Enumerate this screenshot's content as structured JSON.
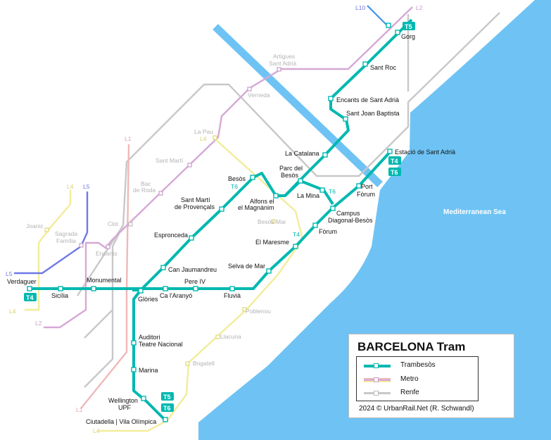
{
  "legend": {
    "title": "BARCELONA Tram",
    "items": [
      {
        "label": "Trambesòs",
        "color": "#00b8b0"
      },
      {
        "label": "Metro",
        "color": "#e8b8e8"
      },
      {
        "label": "Renfe",
        "color": "#b3b3b3"
      }
    ],
    "credit": "2024 © UrbanRail.Net (R. Schwandl)"
  },
  "sea_label": "Mediterranean Sea",
  "colors": {
    "tram": "#00b8b0",
    "sea": "#6ec3f4",
    "metro_l1": "#f0b8b8",
    "metro_l2": "#d6a8d6",
    "metro_l4": "#f2ec9a",
    "metro_l5": "#6f78e8",
    "renfe": "#c8c8c8"
  },
  "badges": {
    "t4": "T4",
    "t5": "T5",
    "t6": "T6"
  },
  "branch_tags": {
    "t4_elmaresme": "T4",
    "t6_besos": "T6",
    "t6_lamina": "T6"
  },
  "line_ends": {
    "l10": "L10",
    "l2_top": "L2",
    "l2_bottom": "L2",
    "l5_top": "L5",
    "l5_left": "L5",
    "l4_top": "L4",
    "l4_left": "L4",
    "l4_bottom": "L4",
    "l4_lapau": "L4",
    "l1_top": "L1",
    "l1_bottom": "L1"
  },
  "tram_stations": {
    "gorg": "Gorg",
    "sant_roc": "Sant Roc",
    "encants_sant_adria": "Encants de Sant Adrià",
    "sant_joan_baptista": "Sant Joan Baptista",
    "la_catalana": "La Catalana",
    "estacio_sant_adria": "Estació de Sant Adrià",
    "parc_del_besos_1": "Parc del",
    "parc_del_besos_2": "Besòs",
    "besos": "Besòs",
    "la_mina": "La Mina",
    "port_forum_1": "Port",
    "port_forum_2": "Fòrum",
    "alfons_1": "Alfons el",
    "alfons_2": "el Magnànim",
    "campus_1": "Campus",
    "campus_2": "Diagonal-Besòs",
    "sant_marti_prov_1": "Sant Martí",
    "sant_marti_prov_2": "de Provençals",
    "forum": "Fòrum",
    "el_maresme": "El Maresme",
    "espronceda": "Espronceda",
    "selva_de_mar": "Selva de Mar",
    "can_jaumandreu": "Can Jaumandreu",
    "verdaguer": "Verdaguer",
    "sicilia": "Sicília",
    "monumental": "Monumental",
    "pere_iv": "Pere IV",
    "glories": "Glòries",
    "ca_laranyo": "Ca l'Aranyó",
    "fluvia": "Fluvià",
    "auditori_1": "Auditori",
    "auditori_2": "Teatre Nacional",
    "marina": "Marina",
    "wellington_1": "Wellington",
    "wellington_2": "UPF",
    "ciutadella": "Ciutadella | Vila Olímpica"
  },
  "other_stations": {
    "artigues_1": "Artigues",
    "artigues_2": "Sant Adrià",
    "verneda": "Verneda",
    "la_pau": "La Pau",
    "sant_marti": "Sant Martí",
    "bac_de_roda_1": "Bac",
    "bac_de_roda_2": "de Roda",
    "clot": "Clot",
    "encants": "Encants",
    "sagrada_familia_1": "Sagrada",
    "sagrada_familia_2": "Família",
    "joanic": "Joanic",
    "besos_mar": "Besòs Mar",
    "poblenou": "Poblenou",
    "llacuna": "Llacuna",
    "bogatell": "Bogatell"
  }
}
